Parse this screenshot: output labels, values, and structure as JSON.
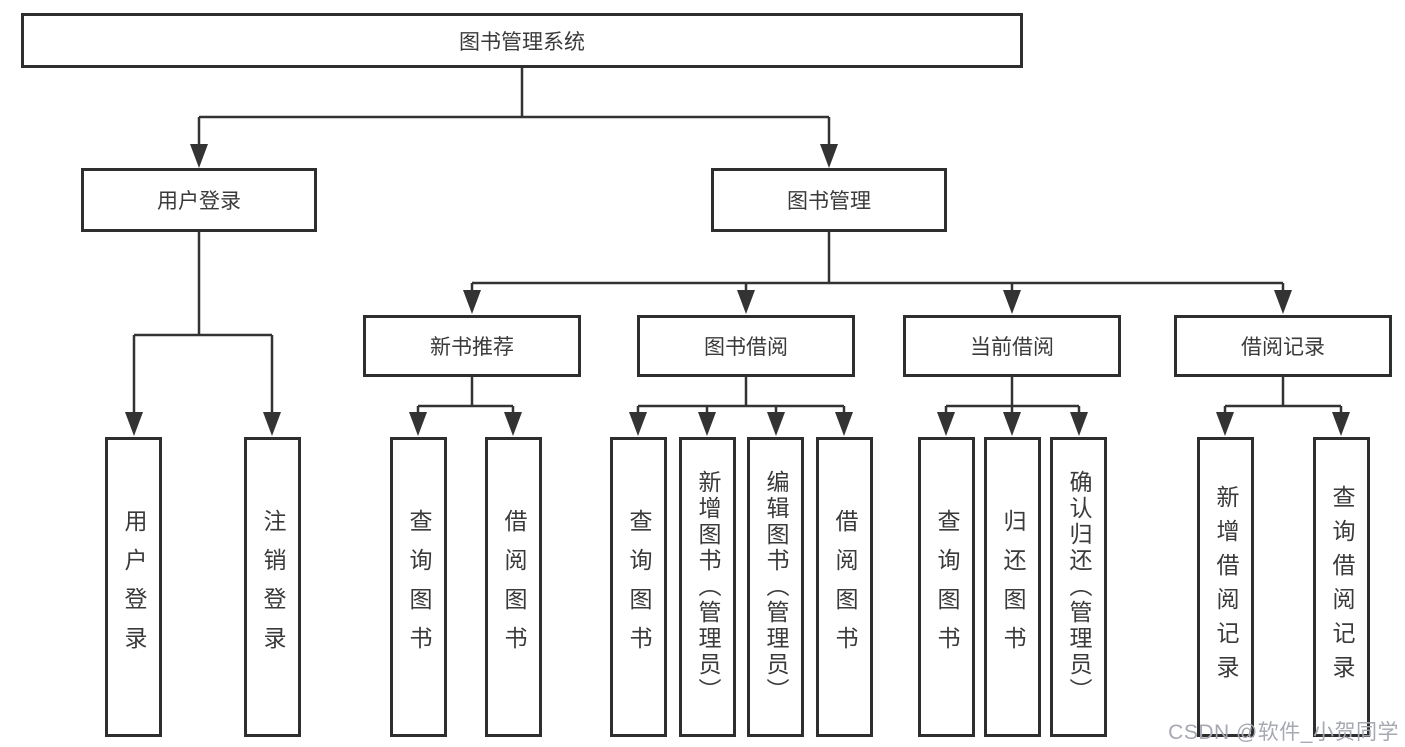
{
  "diagram": {
    "title": "图书管理系统",
    "watermark": "CSDN @软件_小贺同学",
    "colors": {
      "background": "#ffffff",
      "line": "#333333",
      "box_border": "#2e2e2e",
      "text": "#3a3a3a",
      "watermark_text": "#a6a9b2"
    },
    "tree": {
      "label": "图书管理系统",
      "children": [
        {
          "label": "用户登录",
          "children": [
            {
              "label": "用户登录"
            },
            {
              "label": "注销登录"
            }
          ]
        },
        {
          "label": "图书管理",
          "children": [
            {
              "label": "新书推荐",
              "children": [
                {
                  "label": "查询图书"
                },
                {
                  "label": "借阅图书"
                }
              ]
            },
            {
              "label": "图书借阅",
              "children": [
                {
                  "label": "查询图书"
                },
                {
                  "label": "新增图书（管理员）"
                },
                {
                  "label": "编辑图书（管理员）"
                },
                {
                  "label": "借阅图书"
                }
              ]
            },
            {
              "label": "当前借阅",
              "children": [
                {
                  "label": "查询图书"
                },
                {
                  "label": "归还图书"
                },
                {
                  "label": "确认归还（管理员）"
                }
              ]
            },
            {
              "label": "借阅记录",
              "children": [
                {
                  "label": "新增借阅记录"
                },
                {
                  "label": "查询借阅记录"
                }
              ]
            }
          ]
        }
      ]
    }
  }
}
